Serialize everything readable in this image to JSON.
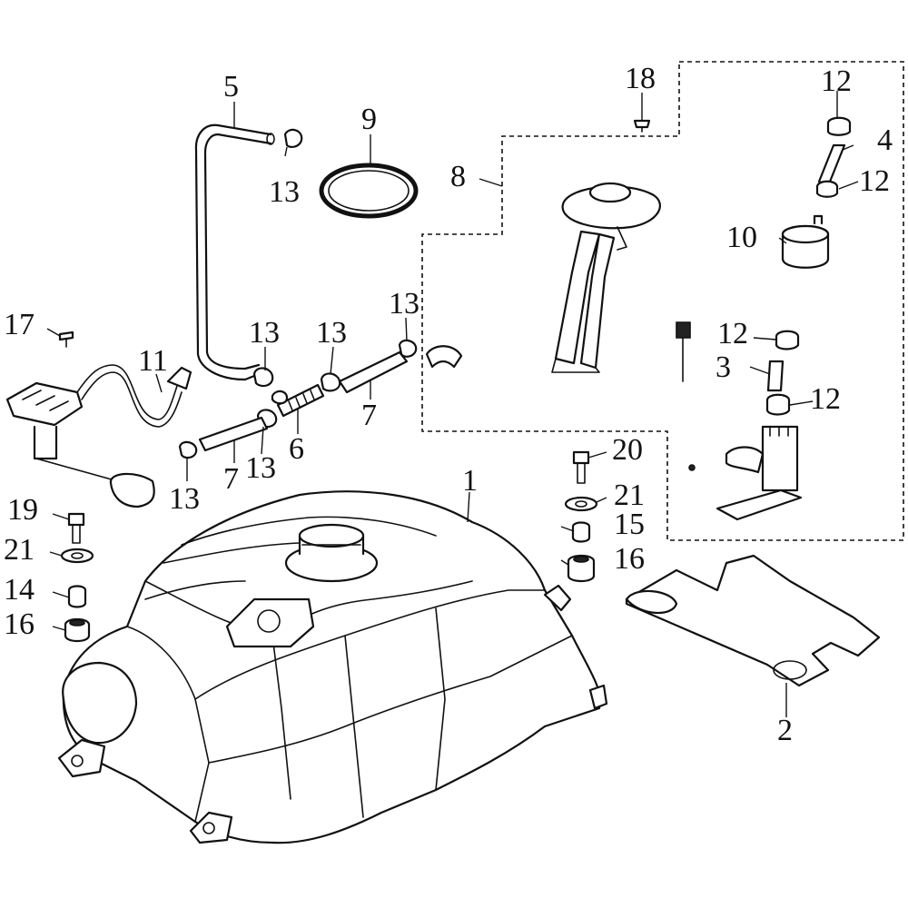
{
  "callouts": {
    "c1": "1",
    "c2": "2",
    "c3": "3",
    "c4": "4",
    "c5": "5",
    "c6": "6",
    "c7a": "7",
    "c7b": "7",
    "c8": "8",
    "c9": "9",
    "c10": "10",
    "c11": "11",
    "c12a": "12",
    "c12b": "12",
    "c12c": "12",
    "c12d": "12",
    "c13a": "13",
    "c13b": "13",
    "c13c": "13",
    "c13d": "13",
    "c13e": "13",
    "c13f": "13",
    "c14": "14",
    "c15": "15",
    "c16a": "16",
    "c16b": "16",
    "c17": "17",
    "c18": "18",
    "c19": "19",
    "c20": "20",
    "c21a": "21",
    "c21b": "21"
  },
  "colors": {
    "ink": "#111111",
    "paper": "#ffffff"
  }
}
